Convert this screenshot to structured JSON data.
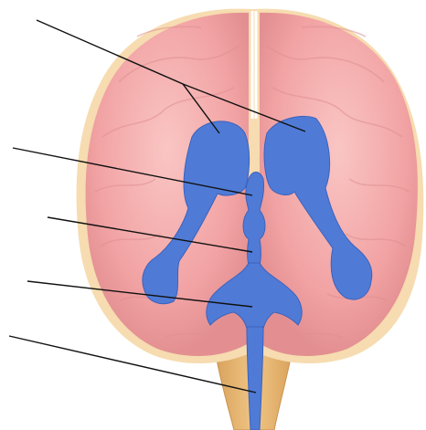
{
  "diagram": {
    "subject": "brain-ventricles-posterior-view",
    "colors": {
      "brain": "#f2a7a8",
      "brain_shadow": "#d98a8c",
      "brain_highlight": "#fbd3d1",
      "brain_outline": "#f6d9a6",
      "ventricles": "#4f7bd6",
      "ventricles_dark": "#3b62bd",
      "brainstem": "#e9b774",
      "brainstem_dark": "#c9914f",
      "leader_line": "#111111",
      "background": "#ffffff"
    },
    "leader_lines": [
      {
        "id": "line-1"
      },
      {
        "id": "line-2"
      },
      {
        "id": "line-3"
      },
      {
        "id": "line-4"
      },
      {
        "id": "line-5"
      }
    ]
  }
}
